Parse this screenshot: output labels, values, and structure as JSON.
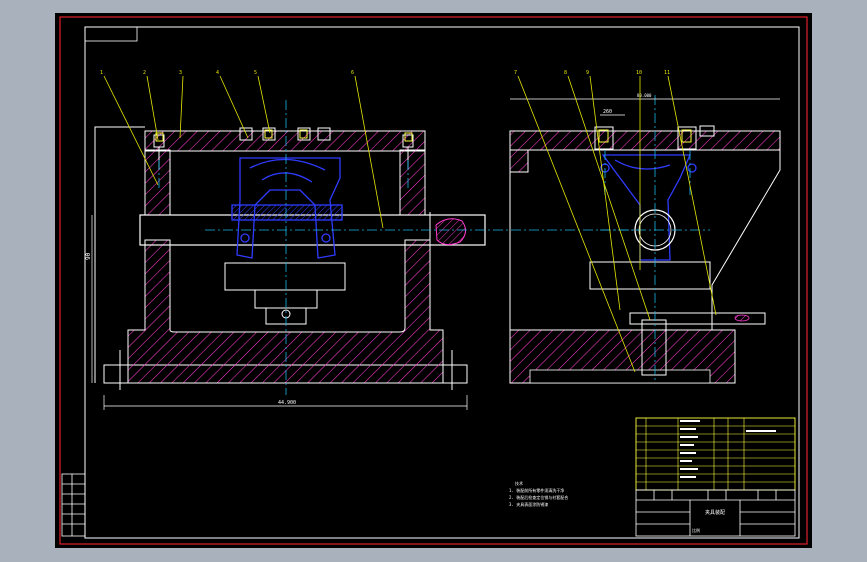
{
  "colors": {
    "window_bg": "#a9b1bd",
    "sheet": "#000000",
    "frame_red": "#e0202a",
    "frame_white": "#ffffff",
    "hatch": "#ff3ccf",
    "blue_part": "#2f3cff",
    "center_line": "#18b6e8",
    "leader": "#e6e600",
    "table_yellow": "#ffff40",
    "dim_white": "#ffffff",
    "cam_fill": "#c01aa8"
  },
  "dims": {
    "front_height": "90",
    "front_width": "44.900",
    "side_top": "260",
    "side_top_b": "80.000"
  },
  "leaders_front": [
    "1",
    "2",
    "3",
    "4",
    "5",
    "6"
  ],
  "leaders_side": [
    "7",
    "8",
    "9",
    "10",
    "11"
  ],
  "notes": {
    "heading": "技术",
    "lines": [
      "1. 装配前所有零件须清洗干净",
      "2. 装配后检查定位销与衬套配合",
      "3. 夹具表面涂防锈漆"
    ]
  },
  "title_block": {
    "drawing_name": "夹具装配",
    "label": "比例"
  }
}
